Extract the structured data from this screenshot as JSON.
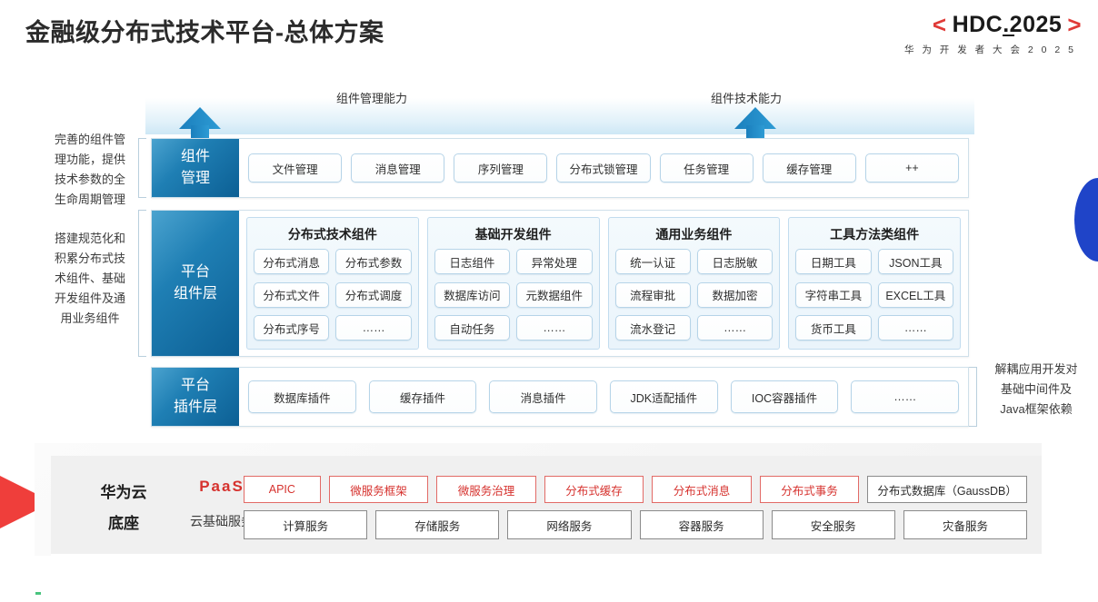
{
  "header": {
    "title": "金融级分布式技术平台-总体方案",
    "logo_open": "<",
    "logo_word": "HDC.2025",
    "logo_close": ">",
    "logo_sub": "华 为 开 发 者 大 会 2 0 2 5"
  },
  "arrows": [
    {
      "label": "组件管理能力"
    },
    {
      "label": "组件技术能力"
    }
  ],
  "side_notes": {
    "left_top": "完善的组件管理理功能，提供技术参数的全生命周期管理",
    "left_top_lines": [
      "完善的组件管",
      "理功能，提供",
      "技术参数的全",
      "生命周期管理"
    ],
    "left_bottom_lines": [
      "搭建规范化和",
      "积累分布式技",
      "术组件、基础",
      "开发组件及通",
      "用业务组件"
    ],
    "right_lines": [
      "解耦应用开发对",
      "基础中间件及",
      "Java框架依赖"
    ]
  },
  "layers": {
    "management": {
      "label_lines": [
        "组件",
        "管理"
      ],
      "items": [
        "文件管理",
        "消息管理",
        "序列管理",
        "分布式锁管理",
        "任务管理",
        "缓存管理",
        "++"
      ]
    },
    "components": {
      "label_lines": [
        "平台",
        "组件层"
      ],
      "groups": [
        {
          "title": "分布式技术组件",
          "items": [
            "分布式消息",
            "分布式参数",
            "分布式文件",
            "分布式调度",
            "分布式序号",
            "……"
          ]
        },
        {
          "title": "基础开发组件",
          "items": [
            "日志组件",
            "异常处理",
            "数据库访问",
            "元数据组件",
            "自动任务",
            "……"
          ]
        },
        {
          "title": "通用业务组件",
          "items": [
            "统一认证",
            "日志脱敏",
            "流程审批",
            "数据加密",
            "流水登记",
            "……"
          ]
        },
        {
          "title": "工具方法类组件",
          "items": [
            "日期工具",
            "JSON工具",
            "字符串工具",
            "EXCEL工具",
            "货币工具",
            "……"
          ]
        }
      ]
    },
    "plugins": {
      "label_lines": [
        "平台",
        "插件层"
      ],
      "items": [
        "数据库插件",
        "缓存插件",
        "消息插件",
        "JDK适配插件",
        "IOC容器插件",
        "……"
      ]
    }
  },
  "base": {
    "title_lines": [
      "华为云",
      "底座"
    ],
    "paas_label": "PaaS",
    "cloud_label": "云基础服务",
    "paas_items": [
      {
        "text": "APIC",
        "style": "red",
        "flex": 1
      },
      {
        "text": "微服务框架",
        "style": "red",
        "flex": 1.3
      },
      {
        "text": "微服务治理",
        "style": "red",
        "flex": 1.3
      },
      {
        "text": "分布式缓存",
        "style": "red",
        "flex": 1.3
      },
      {
        "text": "分布式消息",
        "style": "red",
        "flex": 1.3
      },
      {
        "text": "分布式事务",
        "style": "red",
        "flex": 1.3
      },
      {
        "text": "分布式数据库（GaussDB）",
        "style": "gray",
        "flex": 2.1
      }
    ],
    "cloud_items": [
      "计算服务",
      "存储服务",
      "网络服务",
      "容器服务",
      "安全服务",
      "灾备服务"
    ]
  },
  "colors": {
    "accent_red": "#d6322e",
    "accent_blue": "#1f7fb4",
    "layer_gradient_from": "#4ba3cf",
    "layer_gradient_to": "#0c5f94",
    "panel_gray": "#f0f0f0"
  }
}
